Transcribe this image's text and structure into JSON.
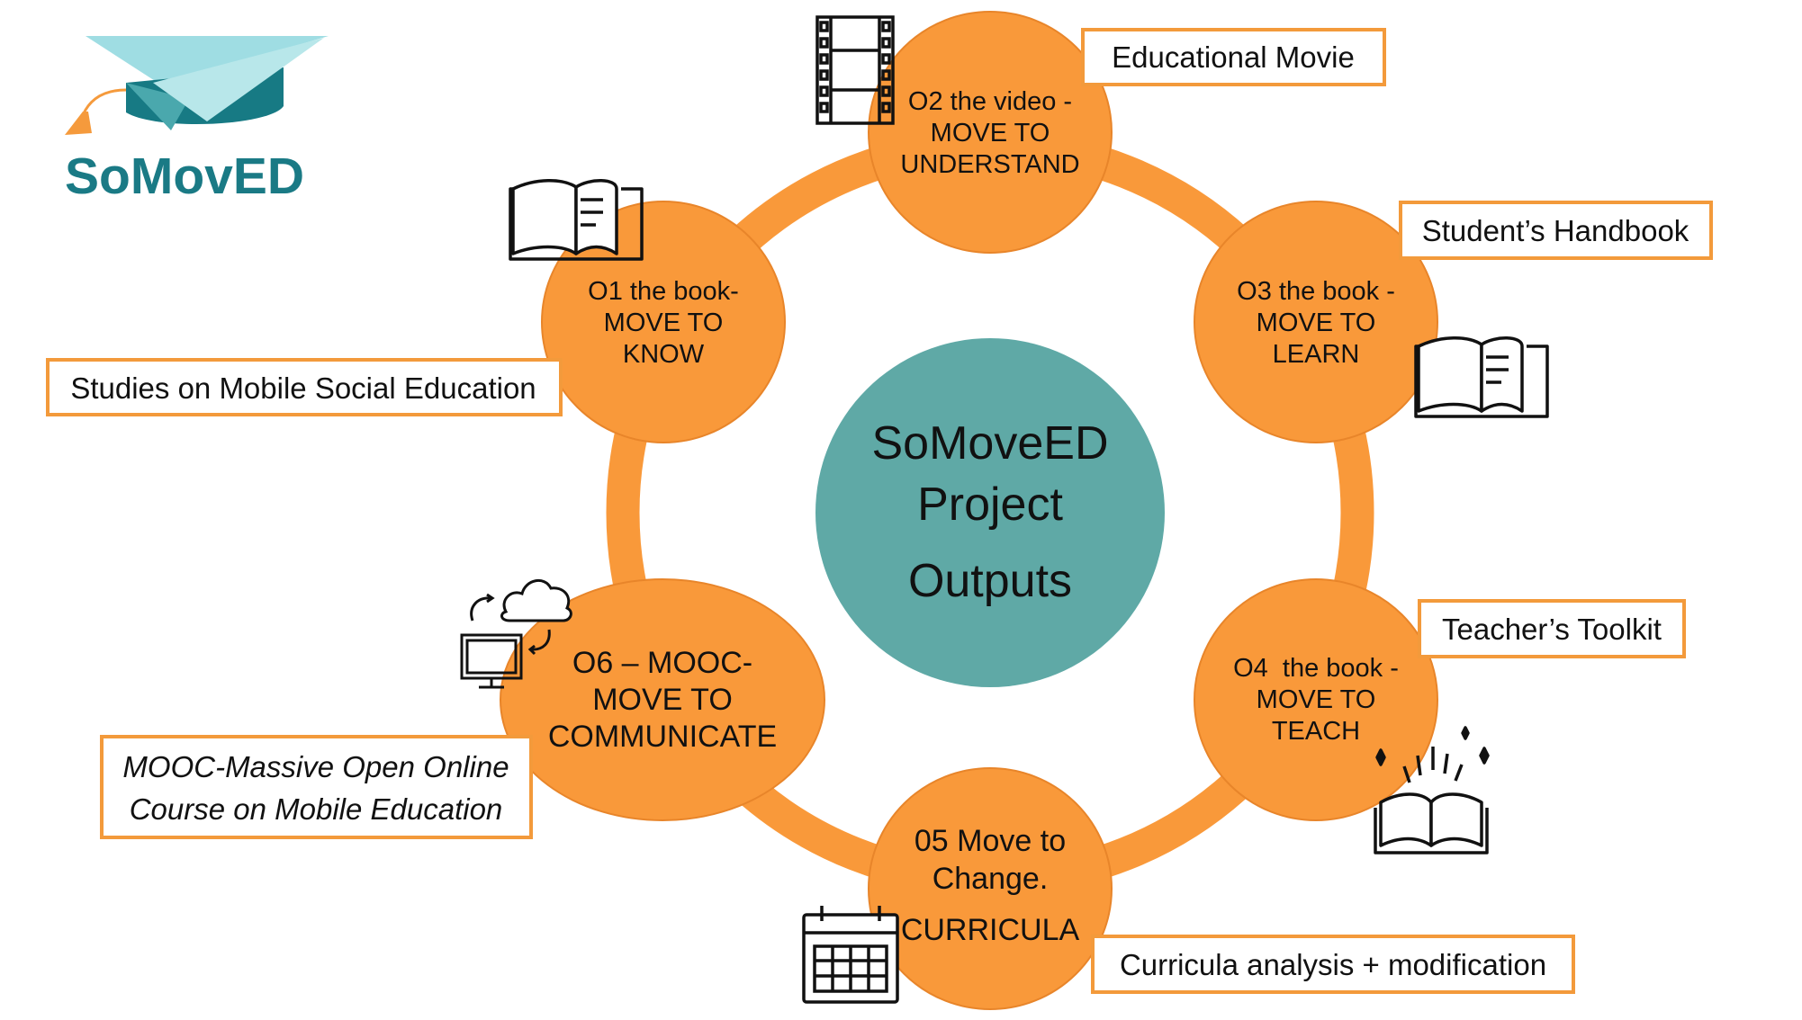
{
  "logo": {
    "part1": "SoMov",
    "part2": "ED",
    "color_dark": "#1a7a85",
    "color_light": "#5fb3b8",
    "color_tassel": "#f59a3c",
    "color_plane": "#9fdde3"
  },
  "colors": {
    "orange": "#f9993a",
    "orange_border": "#e8852a",
    "teal": "#5fa9a6",
    "text": "#111111",
    "box_border": "#f39a3b"
  },
  "center": {
    "lines": [
      "SoMoveED",
      "Project",
      "Outputs"
    ]
  },
  "nodes": [
    {
      "id": "o2",
      "lines": [
        "O2 the video -",
        "MOVE TO",
        "UNDERSTAND"
      ],
      "icon": "film-strip-icon"
    },
    {
      "id": "o3",
      "lines": [
        "O3 the book -",
        "MOVE TO",
        "LEARN"
      ],
      "icon": "open-book-icon"
    },
    {
      "id": "o4",
      "lines": [
        "O4  the book -",
        "MOVE TO",
        "TEACH"
      ],
      "icon": "magic-book-icon"
    },
    {
      "id": "o5",
      "lines": [
        "05 Move to",
        "Change.",
        "CURRICULA"
      ],
      "icon": "calendar-icon"
    },
    {
      "id": "o6",
      "lines": [
        "O6 – MOOC-",
        "MOVE TO",
        "COMMUNICATE"
      ],
      "icon": "cloud-computer-icon"
    },
    {
      "id": "o1",
      "lines": [
        "O1 the book-",
        "MOVE TO",
        "KNOW"
      ],
      "icon": "open-book-icon"
    }
  ],
  "labels": [
    {
      "id": "o2",
      "lines": [
        "Educational Movie"
      ],
      "italic": false
    },
    {
      "id": "o3",
      "lines": [
        "Student’s Handbook"
      ],
      "italic": false
    },
    {
      "id": "o4",
      "lines": [
        "Teacher’s Toolkit"
      ],
      "italic": false
    },
    {
      "id": "o5",
      "lines": [
        "Curricula analysis + modification"
      ],
      "italic": false
    },
    {
      "id": "o6",
      "lines": [
        "MOOC-Massive Open Online",
        "Course on Mobile Education"
      ],
      "italic": true
    },
    {
      "id": "o1",
      "lines": [
        "Studies on Mobile Social Education"
      ],
      "italic": false
    }
  ]
}
